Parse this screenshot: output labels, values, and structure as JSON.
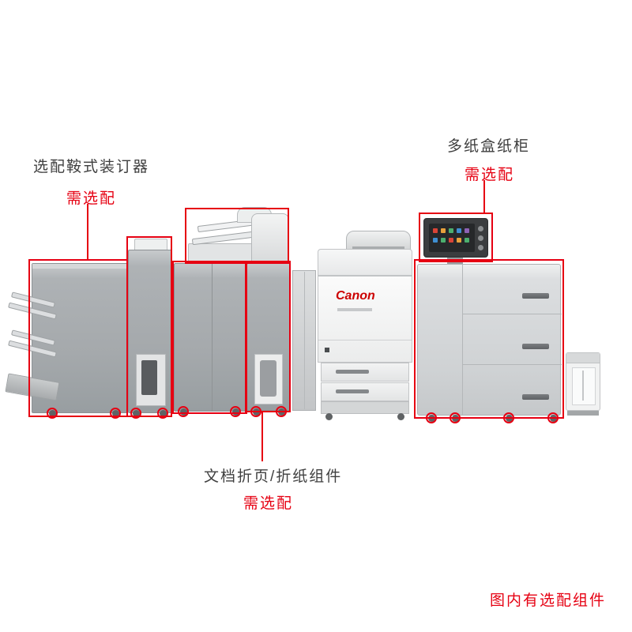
{
  "colors": {
    "highlight_red": "#e60012",
    "label_text": "#3f3f3f",
    "brand_red": "#cc0000",
    "module_gray": "#a5a9ac",
    "machine_white": "#f5f6f6"
  },
  "machine": {
    "brand": "Canon"
  },
  "annotations": {
    "saddle_finisher": {
      "title": "选配鞍式装订器",
      "note": "需选配"
    },
    "paper_deck": {
      "title": "多纸盒纸柜",
      "note": "需选配"
    },
    "folding_unit": {
      "title": "文档折页/折纸组件",
      "note": "需选配"
    },
    "footer_note": "图内有选配组件"
  }
}
